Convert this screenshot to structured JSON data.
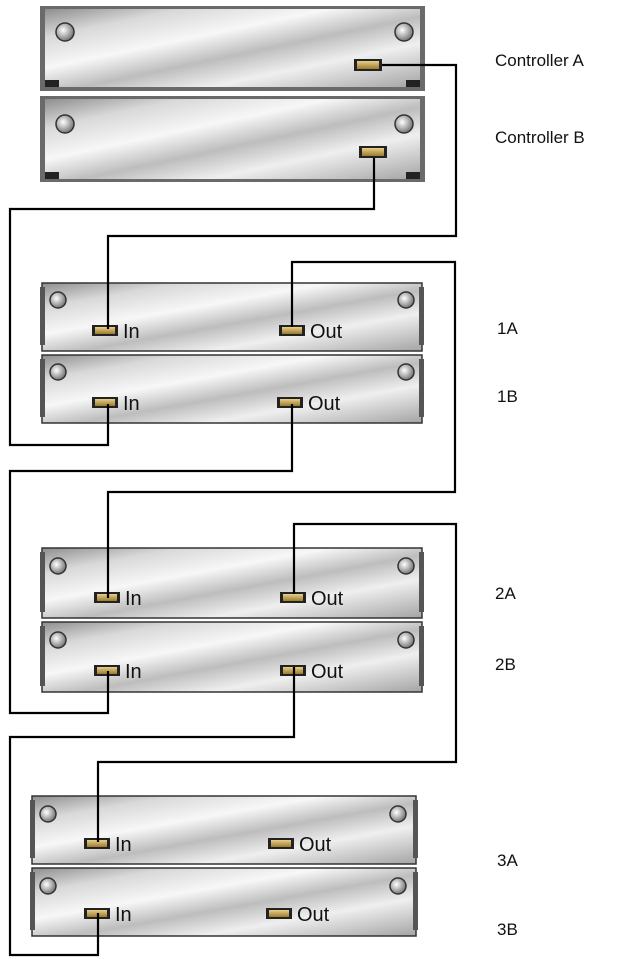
{
  "diagram": {
    "controllers": [
      {
        "id": "controller-a",
        "label": "Controller A"
      },
      {
        "id": "controller-b",
        "label": "Controller B"
      }
    ],
    "enclosures": [
      {
        "id": "1a",
        "label": "1A",
        "ports": {
          "in": "In",
          "out": "Out"
        }
      },
      {
        "id": "1b",
        "label": "1B",
        "ports": {
          "in": "In",
          "out": "Out"
        }
      },
      {
        "id": "2a",
        "label": "2A",
        "ports": {
          "in": "In",
          "out": "Out"
        }
      },
      {
        "id": "2b",
        "label": "2B",
        "ports": {
          "in": "In",
          "out": "Out"
        }
      },
      {
        "id": "3a",
        "label": "3A",
        "ports": {
          "in": "In",
          "out": "Out"
        }
      },
      {
        "id": "3b",
        "label": "3B",
        "ports": {
          "in": "In",
          "out": "Out"
        }
      }
    ],
    "connections": [
      {
        "from": "controller-a",
        "to": "1a.in"
      },
      {
        "from": "controller-b",
        "to": "1b.in"
      },
      {
        "from": "1a.out",
        "to": "2a.in"
      },
      {
        "from": "1b.out",
        "to": "2b.in"
      },
      {
        "from": "2a.out",
        "to": "3a.in"
      },
      {
        "from": "2b.out",
        "to": "3b.in"
      }
    ],
    "colors": {
      "panel_light": "#f4f4f4",
      "panel_dark": "#9a9a9a",
      "port_body": "#c8a24a",
      "cable": "#000000"
    }
  }
}
